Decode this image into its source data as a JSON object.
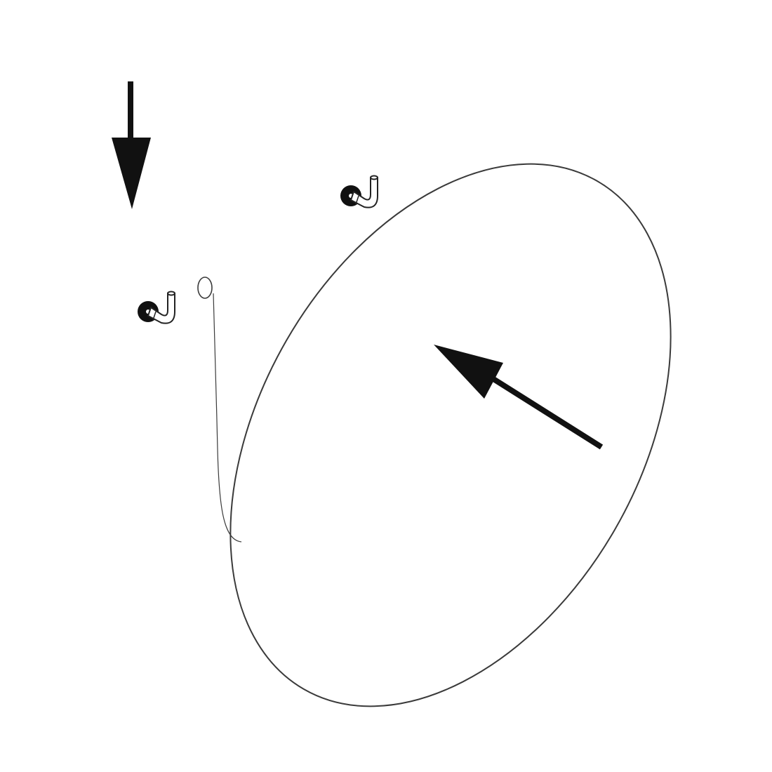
{
  "diagram": {
    "kind": "installation-illustration",
    "parts": [
      {
        "name": "mirror",
        "shape": "ellipse"
      },
      {
        "name": "wall-hook-upper"
      },
      {
        "name": "wall-hook-left"
      },
      {
        "name": "hanging-wire-loop"
      }
    ],
    "arrows": [
      {
        "name": "down-arrow",
        "direction": "down"
      },
      {
        "name": "mount-arrow",
        "direction": "up-left"
      }
    ],
    "colors": {
      "line": "#3a3a3a",
      "fill": "#111111",
      "background": "#ffffff"
    }
  }
}
